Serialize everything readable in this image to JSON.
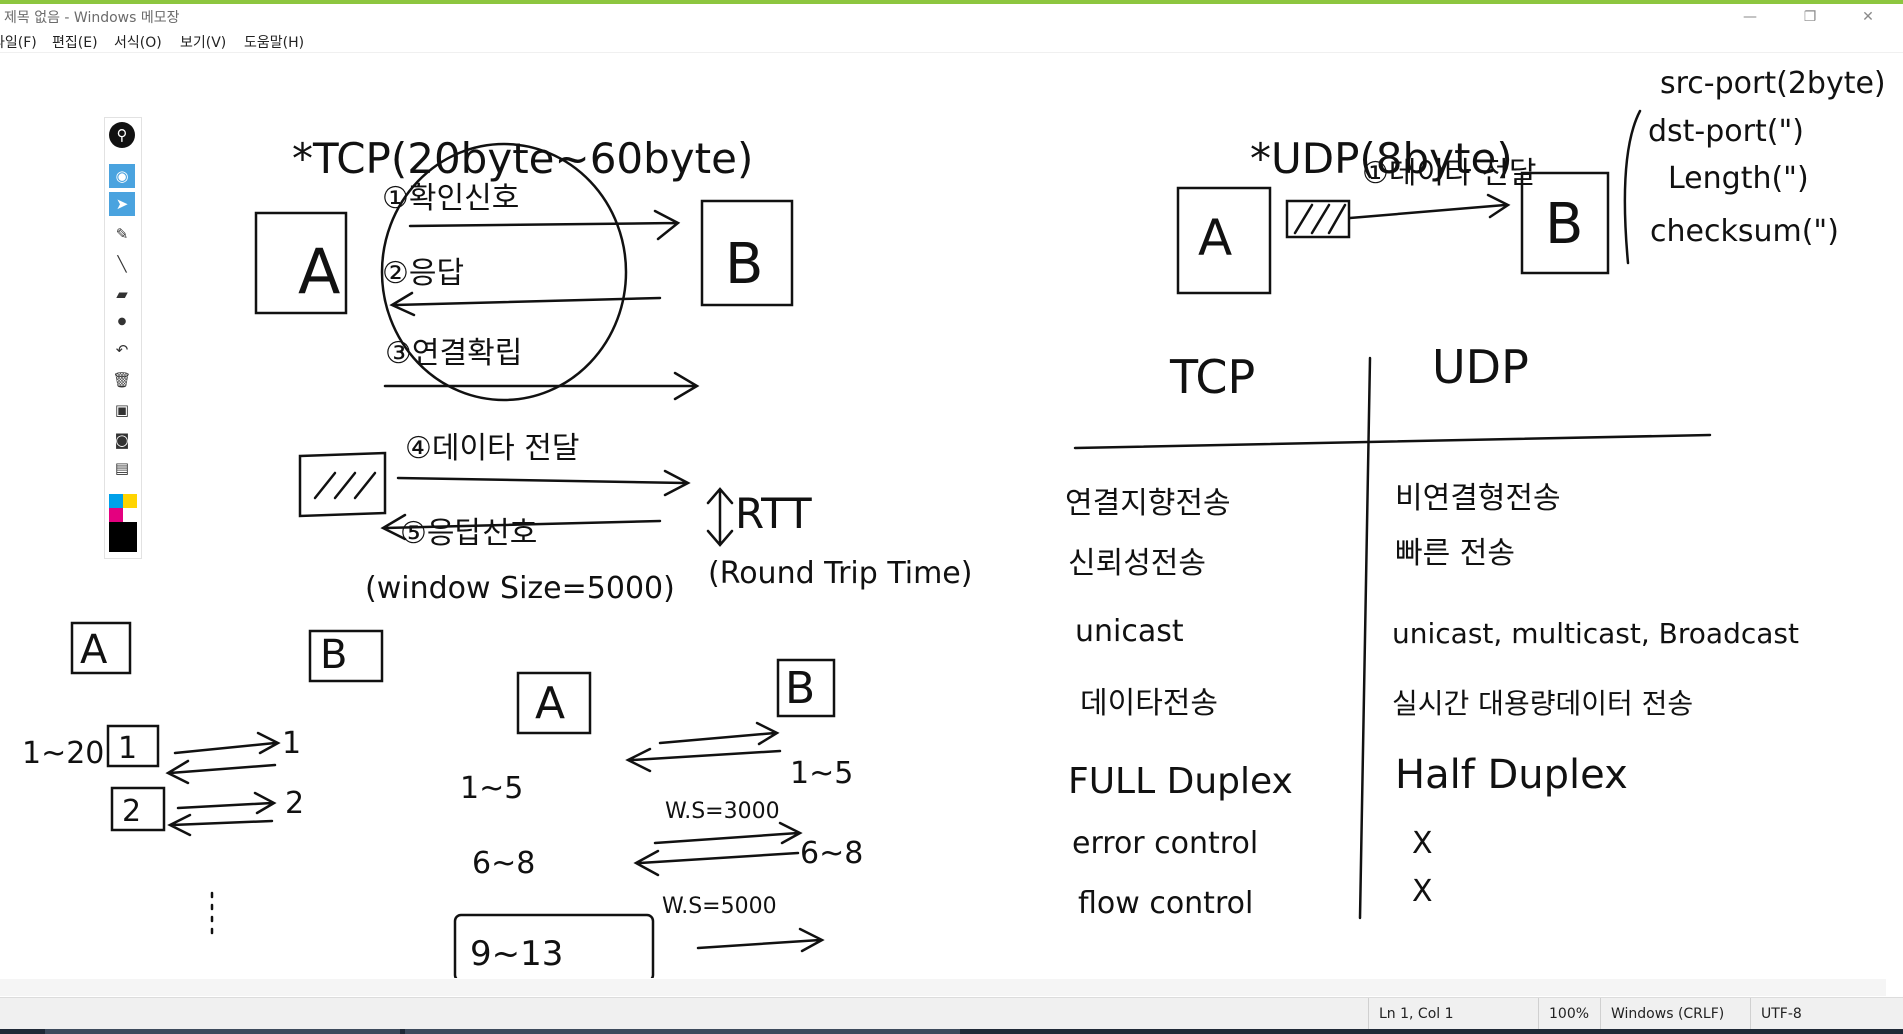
{
  "window": {
    "title": "제목 없음 - Windows 메모장",
    "minimize": "—",
    "maximize": "❐",
    "close": "✕"
  },
  "menu": [
    "파일(F)",
    "편집(E)",
    "서식(O)",
    "보기(V)",
    "도움말(H)"
  ],
  "status": {
    "position": "Ln 1, Col 1",
    "zoom": "100%",
    "line_ending": "Windows (CRLF)",
    "encoding": "UTF-8"
  },
  "toolbar": {
    "tools": [
      "eye-icon",
      "cursor-icon",
      "eraser-icon",
      "pen-icon",
      "highlighter-icon",
      "dot-icon",
      "undo-icon",
      "trash-icon",
      "screen-icon",
      "camera-icon",
      "clipboard-icon"
    ],
    "colors": [
      "#00a0e9",
      "#ffd400",
      "#e4007f",
      "#000000"
    ]
  },
  "notes": {
    "tcp_title": "*TCP(20byte~60byte)",
    "udp_title": "*UDP(8byte)",
    "box_a": "A",
    "box_b": "B",
    "step1": "①확인신호",
    "step2": "②응답",
    "step3": "③연결확립",
    "step4": "④데이타 전달",
    "step5": "⑤응답신호",
    "rtt": "RTT",
    "rtt_full": "(Round Trip Time)",
    "window_size": "(window Size=5000)",
    "udp_send": "①데이타 전달",
    "udp_header": [
      "src-port(2byte)",
      "dst-port(\")",
      "Length(\")",
      "checksum(\")"
    ],
    "table_head_tcp": "TCP",
    "table_head_udp": "UDP",
    "tcp_rows": [
      "연결지향전송",
      "신뢰성전송",
      "unicast",
      "데이타전송",
      "FULL Duplex",
      "error control",
      "flow control"
    ],
    "udp_rows": [
      "비연결형전송",
      "빠른 전송",
      "unicast, multicast, Broadcast",
      "실시간 대용량데이터 전송",
      "Half Duplex",
      "X",
      "X"
    ],
    "seq1": [
      "1~20",
      "1",
      "1",
      "2",
      "2"
    ],
    "seq2": [
      "1~5",
      "1~5",
      "6~8",
      "6~8",
      "9~13"
    ],
    "ws1": "W.S=3000",
    "ws2": "W.S=5000"
  }
}
